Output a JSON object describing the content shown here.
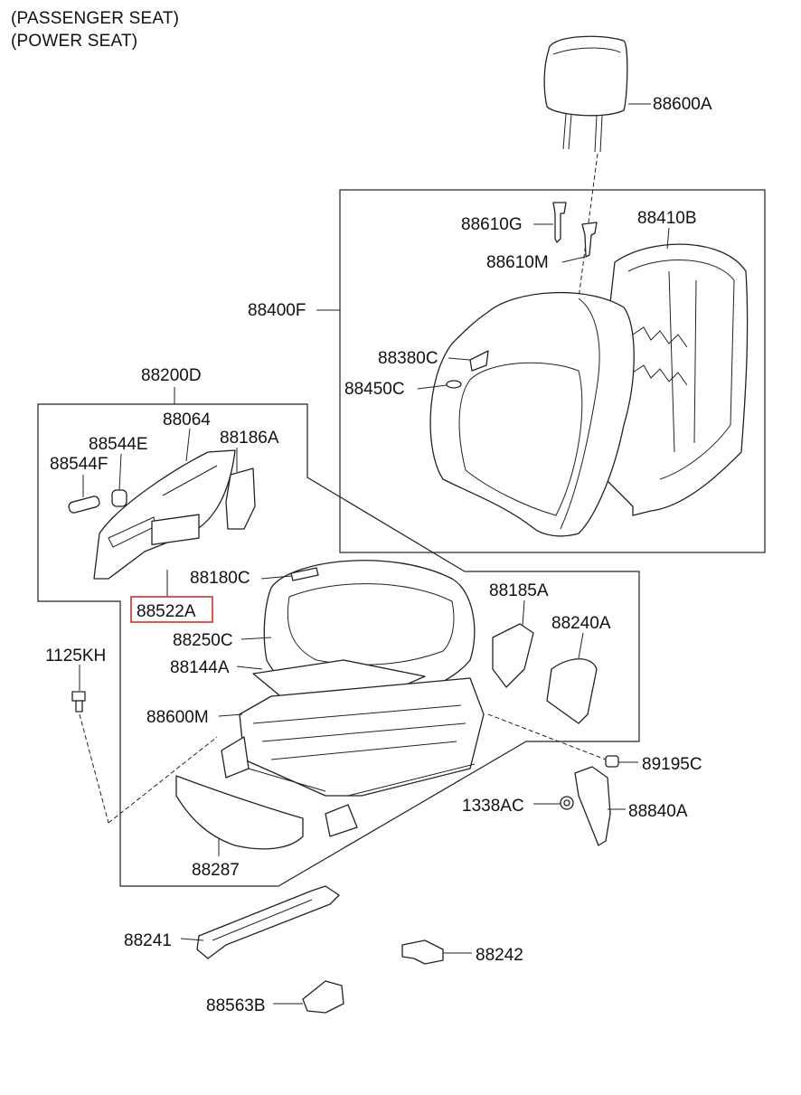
{
  "header": {
    "line1": "(PASSENGER SEAT)",
    "line2": "(POWER SEAT)"
  },
  "labels": {
    "headrest": "88600A",
    "guide_g": "88610G",
    "guide_m": "88610M",
    "back_frame": "88410B",
    "back_assy": "88400F",
    "back_clip": "88380C",
    "back_pad": "88450C",
    "cushion_assy": "88200D",
    "shield_outer": "88064",
    "knob_e": "88544E",
    "knob_f": "88544F",
    "cover_a": "88186A",
    "switch_module": "88522A",
    "cushion_clip": "88180C",
    "cushion_pad": "88250C",
    "cushion_sub": "88144A",
    "track_assy": "88600M",
    "cover_b": "88185A",
    "cover_c": "88240A",
    "bolt": "1125KH",
    "clip_cap": "89195C",
    "washer": "1338AC",
    "buckle": "88840A",
    "front_cover": "88287",
    "rail_cover": "88241",
    "bracket": "88242",
    "end_cover": "88563B"
  },
  "highlight": {
    "part": "88522A",
    "color": "#d32f2f"
  }
}
